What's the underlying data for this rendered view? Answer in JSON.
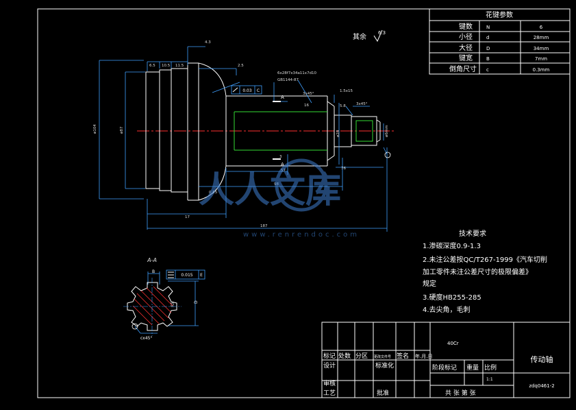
{
  "spline_table": {
    "title": "花键参数",
    "rows": [
      {
        "label": "键数",
        "symbol": "N",
        "value": "6"
      },
      {
        "label": "小径",
        "symbol": "d",
        "value": "28mm"
      },
      {
        "label": "大径",
        "symbol": "D",
        "value": "34mm"
      },
      {
        "label": "键宽",
        "symbol": "B",
        "value": "7mm"
      },
      {
        "label": "倒角尺寸",
        "symbol": "c",
        "value": "0.3mm"
      }
    ]
  },
  "surface_note": {
    "text": "其余",
    "value": "6.3"
  },
  "dims": {
    "d_43": "4.3",
    "d_25": "2.5",
    "d_65": "6.5",
    "d_105": "10.5",
    "d_115": "11.5",
    "spline_spec": "6x28f7x34a11x7d10",
    "std": "GB1144-87",
    "chamfer1": "3x45°",
    "chamfer2": "1.5x15",
    "chamfer3": "3x45°",
    "d_16": "16",
    "d_58": "5.8",
    "phi_104": "ø104",
    "d_607": "ø87",
    "phi_24": "ø28",
    "m6": "ø6mm",
    "d_57": "57",
    "d_76": "76",
    "d_98": "98",
    "d_187": "187",
    "d_17": "17",
    "d_055": "0.55",
    "d_3": "3",
    "tol_val": "0.03",
    "tol_ref": "C",
    "sec_mark": "A"
  },
  "section": {
    "title": "A-A",
    "tol_val": "0.015",
    "tol_ref": "E",
    "b": "B",
    "d": "D",
    "r": "R5",
    "chamfer": "cx45°"
  },
  "tech": {
    "title": "技术要求",
    "items": [
      "1.渗碳深度0.9-1.3",
      "2.未注公差按QC/T267-1999《汽车切削",
      "加工零件未注公差尺寸的极限偏差》",
      "规定",
      "3.硬度HB255-285",
      "4.去尖角，毛刺"
    ]
  },
  "title_block": {
    "material": "40Cr",
    "part_name": "传动轴",
    "drawing_no": "zdq0461-2",
    "scale": "1:1",
    "rev_labels": [
      "标记",
      "处数",
      "分区",
      "更改文件号",
      "签名",
      "年.月.日"
    ],
    "row_design": "设计",
    "row_std": "标准化",
    "row_review": "审核",
    "row_process": "工艺",
    "row_approve": "批准",
    "stage": "阶段标记",
    "weight": "重量",
    "ratio": "比例",
    "sheets": "共 张 第 张"
  },
  "watermark": {
    "text": "人人文库",
    "url": "www.renrendoc.com"
  }
}
